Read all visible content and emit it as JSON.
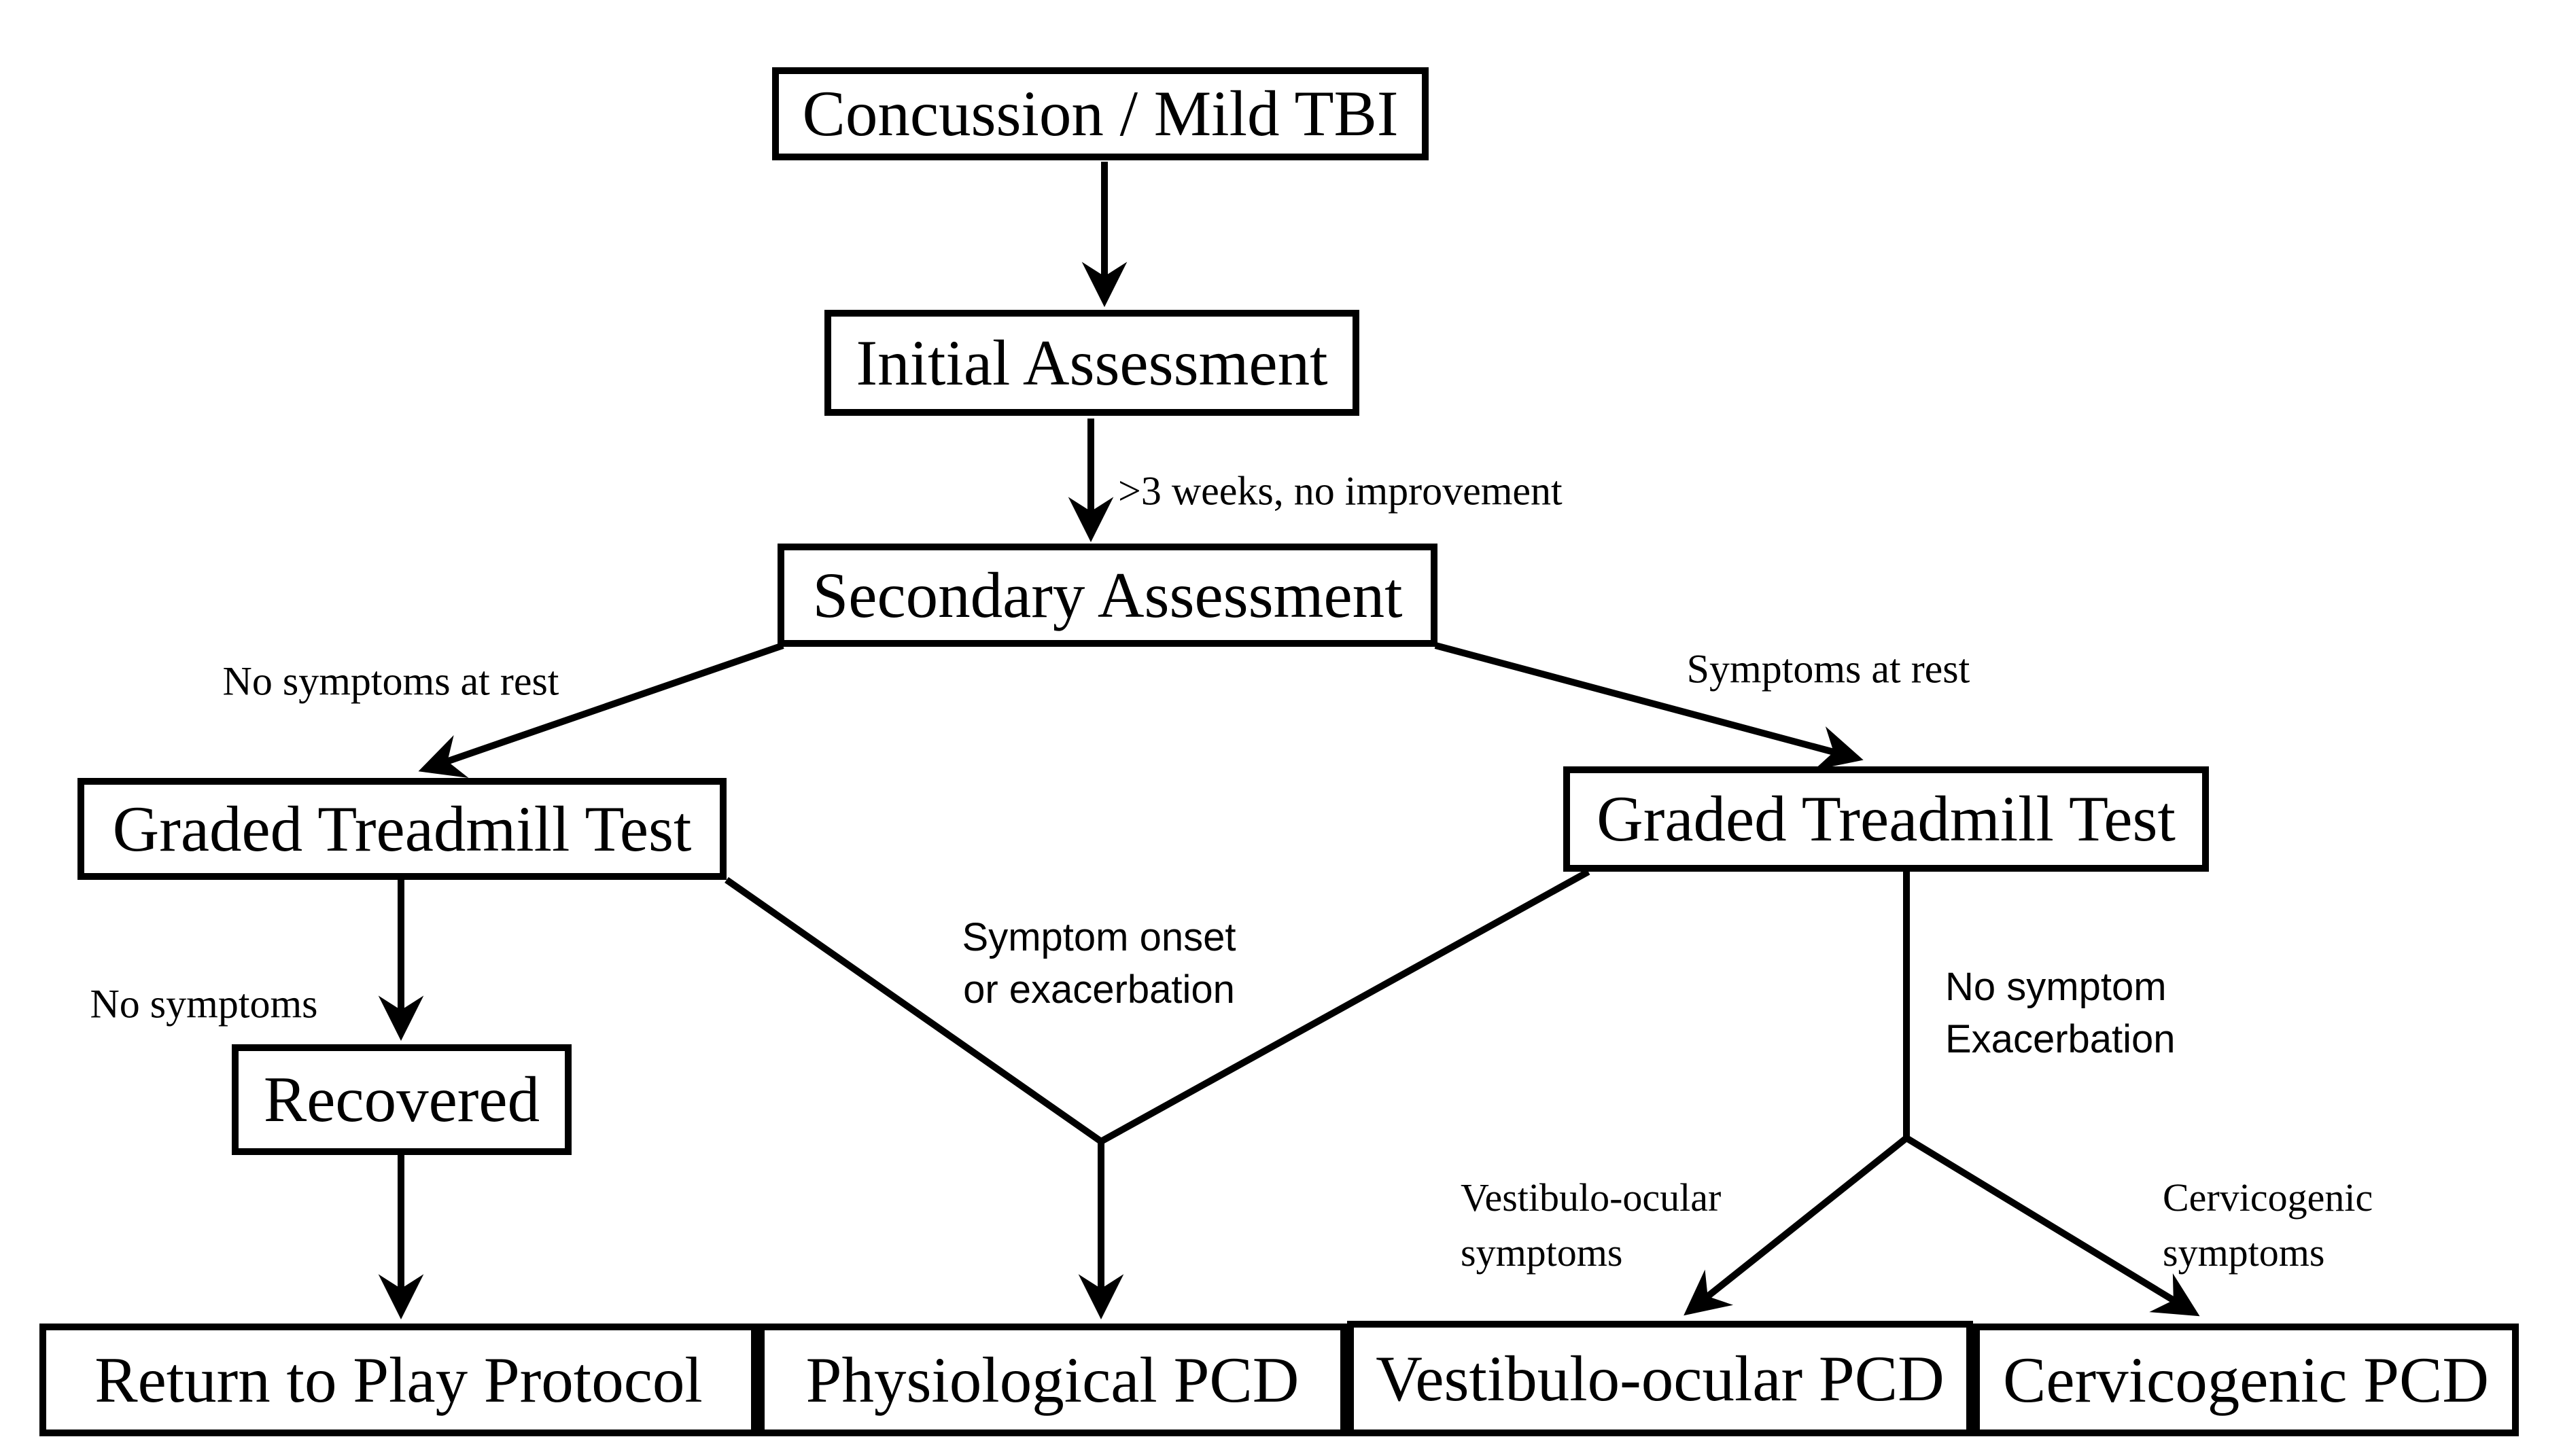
{
  "nodes": {
    "concussion": "Concussion / Mild TBI",
    "initial_assessment": "Initial Assessment",
    "secondary_assessment": "Secondary Assessment",
    "graded_treadmill_left": "Graded Treadmill Test",
    "graded_treadmill_right": "Graded Treadmill Test",
    "recovered": "Recovered",
    "return_to_play": "Return to Play Protocol",
    "physiological_pcd": "Physiological PCD",
    "vestibulo_ocular_pcd": "Vestibulo-ocular PCD",
    "cervicogenic_pcd": "Cervicogenic PCD"
  },
  "edge_labels": {
    "after_initial": ">3 weeks, no improvement",
    "to_left_treadmill": "No symptoms at rest",
    "to_right_treadmill": "Symptoms at rest",
    "to_recovered": "No symptoms",
    "to_physiological": "Symptom onset\nor exacerbation",
    "to_split": "No symptom\nExacerbation",
    "to_vestibulo": "Vestibulo-ocular\nsymptoms",
    "to_cervicogenic": "Cervicogenic\nsymptoms"
  },
  "colors": {
    "line": "#000000",
    "background": "#ffffff",
    "box_fill": "#ffffff"
  }
}
